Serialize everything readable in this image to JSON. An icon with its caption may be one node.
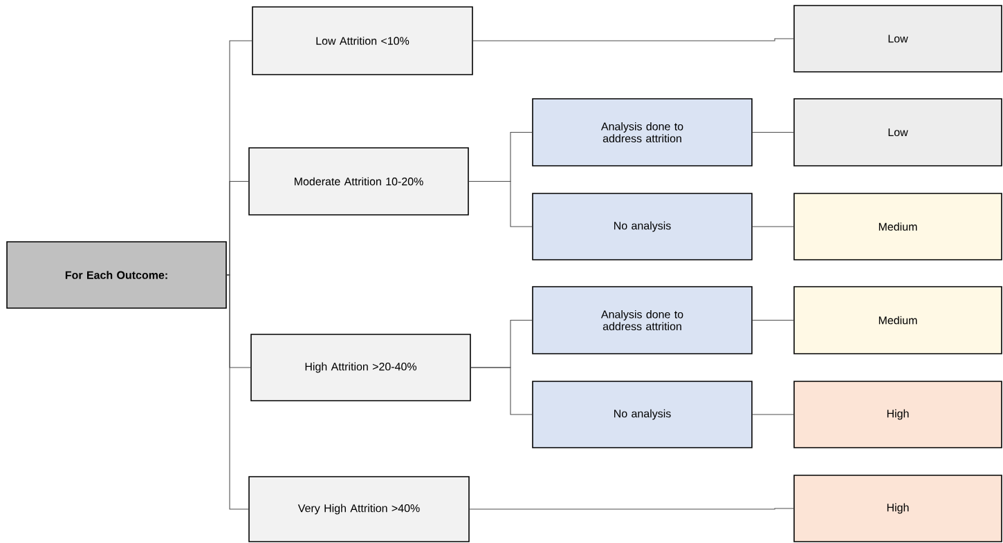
{
  "diagram": {
    "nodes": [
      {
        "text": [
          "For Each Outcome:"
        ]
      },
      {
        "text": [
          "Low Attrition <10%"
        ]
      },
      {
        "text": [
          "Moderate Attrition 10-20%"
        ]
      },
      {
        "text": [
          "High Attrition >20-40%"
        ]
      },
      {
        "text": [
          "Very High Attrition >40%"
        ]
      },
      {
        "text": [
          "Analysis done to address attrition"
        ]
      },
      {
        "text": [
          "No analysis"
        ]
      },
      {
        "text": [
          "Analysis done to address attrition"
        ]
      },
      {
        "text": [
          "No analysis"
        ]
      },
      {
        "text": [
          "Low"
        ]
      },
      {
        "text": [
          "Low"
        ]
      },
      {
        "text": [
          "Medium"
        ]
      },
      {
        "text": [
          "Medium"
        ]
      },
      {
        "text": [
          "High"
        ]
      },
      {
        "text": [
          "High"
        ]
      }
    ],
    "edges": [
      {
        "from": 0,
        "to": 1,
        "arrow": "none"
      },
      {
        "from": 0,
        "to": 2,
        "arrow": "none"
      },
      {
        "from": 0,
        "to": 3,
        "arrow": "none"
      },
      {
        "from": 0,
        "to": 4,
        "arrow": "none"
      },
      {
        "from": 2,
        "to": 5,
        "arrow": "none"
      },
      {
        "from": 2,
        "to": 6,
        "arrow": "none"
      },
      {
        "from": 3,
        "to": 7,
        "arrow": "none"
      },
      {
        "from": 3,
        "to": 8,
        "arrow": "none"
      },
      {
        "from": 1,
        "to": 9,
        "arrow": "none"
      },
      {
        "from": 5,
        "to": 10,
        "arrow": "none"
      },
      {
        "from": 6,
        "to": 11,
        "arrow": "none"
      },
      {
        "from": 7,
        "to": 12,
        "arrow": "none"
      },
      {
        "from": 8,
        "to": 13,
        "arrow": "none"
      },
      {
        "from": 4,
        "to": 14,
        "arrow": "none"
      }
    ]
  }
}
